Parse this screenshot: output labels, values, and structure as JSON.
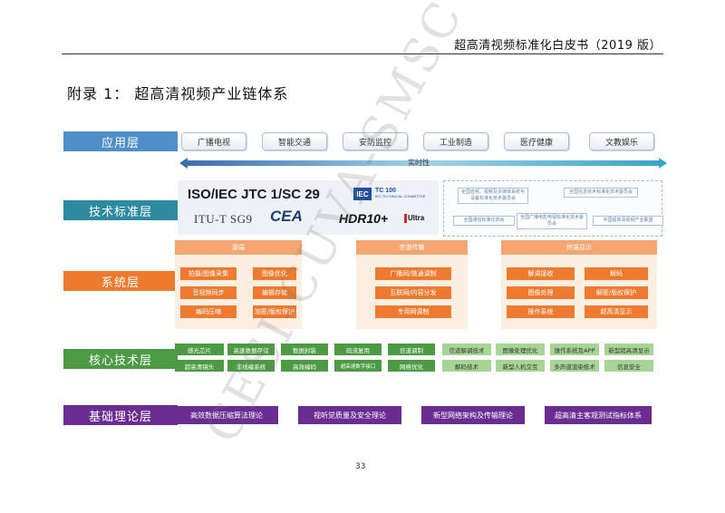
{
  "header": {
    "title": "超高清视频标准化白皮书（2019 版）"
  },
  "appendix_title": "附录 1：  超高清视频产业链体系",
  "layers": {
    "application": "应用层",
    "tech_standard": "技术标准层",
    "system": "系统层",
    "core_tech": "核心技术层",
    "basic_theory": "基础理论层"
  },
  "applications": [
    "广播电视",
    "智能交通",
    "安防监控",
    "工业制造",
    "医疗健康",
    "文教娱乐"
  ],
  "realtime_label": "实时性",
  "standards": {
    "iso": "ISO/IEC JTC 1/SC 29",
    "iec_logo": "IEC",
    "iec_tc": "TC 100",
    "iec_sub": "IEC TECHNICAL COMMITTEE",
    "itu": "ITU-T SG9",
    "cea": "CEA",
    "hdr": "HDR10+",
    "ultra": "Ultra",
    "domestic": [
      "全国音频、视频及多媒体系统与设备标准化技术委员会",
      "全国信息技术标准化技术委员会",
      "全国通信标准化协会",
      "全国广播电影电视标准化技术委员会",
      "中国超高清视频产业联盟"
    ]
  },
  "system": {
    "columns": [
      {
        "head": "源端",
        "items": [
          "拍摄/图像采集",
          "图像优化",
          "音视频同步",
          "编辑存储",
          "编码压缩",
          "加密/版权保护"
        ]
      },
      {
        "head": "信道传输",
        "items": [
          "广播网/微通调制",
          "互联网/内容分发",
          "专用网调制"
        ]
      },
      {
        "head": "终端显示",
        "items": [
          "解调接收",
          "解码",
          "图像处理",
          "解密/版权保护",
          "操作系统",
          "超高清显示"
        ]
      }
    ]
  },
  "core": {
    "dark_row1": [
      "感光芯片",
      "高速数据存储",
      "数据封装",
      "码流复用",
      "信道调制"
    ],
    "dark_row2": [
      "超高清镜头",
      "非线编系统",
      "高效编码",
      "超高速数字接口",
      "网络优化"
    ],
    "light_row1": [
      "信道解调技术",
      "图像处理优化",
      "操作系统及APP",
      "新型超高清显示"
    ],
    "light_row2": [
      "解码技术",
      "新型人机交互",
      "多声道渲染技术",
      "信息安全"
    ]
  },
  "basic_theory": [
    "高效数据压缩算法理论",
    "视听觉质量及安全理论",
    "新型网络架构及传输理论",
    "超高清主客观测试指标体系"
  ],
  "page_number": "33",
  "watermark": "CESI-CUVA-SMSC",
  "colors": {
    "application": "#4f8ec8",
    "tech": "#2e8aa0",
    "system": "#ee7a2f",
    "core": "#4d9a44",
    "base": "#6a2c91"
  }
}
